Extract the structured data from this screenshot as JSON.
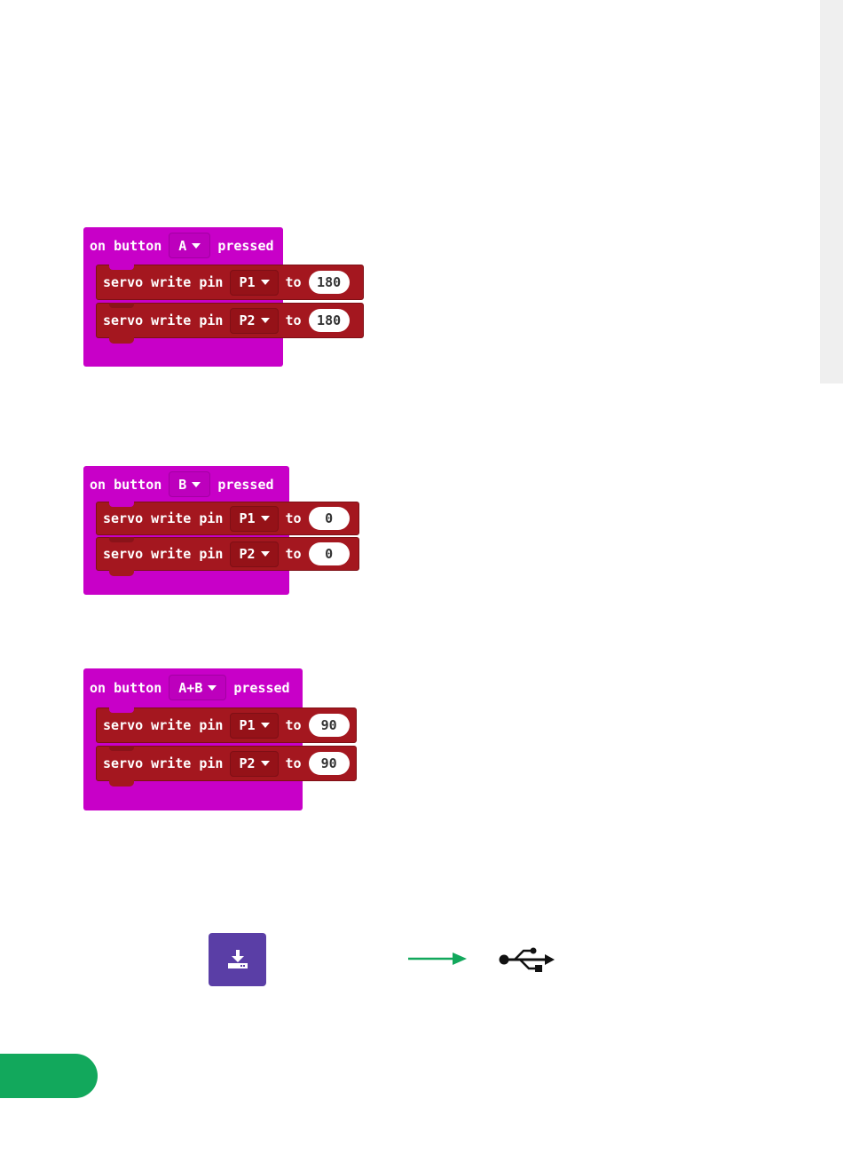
{
  "blocks": [
    {
      "event_prefix": "on button",
      "button": "A",
      "event_suffix": "pressed",
      "statements": [
        {
          "text": "servo write pin",
          "pin": "P1",
          "to": "to",
          "value": "180"
        },
        {
          "text": "servo write pin",
          "pin": "P2",
          "to": "to",
          "value": "180"
        }
      ]
    },
    {
      "event_prefix": "on button",
      "button": "B",
      "event_suffix": "pressed",
      "statements": [
        {
          "text": "servo write pin",
          "pin": "P1",
          "to": "to",
          "value": "0"
        },
        {
          "text": "servo write pin",
          "pin": "P2",
          "to": "to",
          "value": "0"
        }
      ]
    },
    {
      "event_prefix": "on button",
      "button": "A+B",
      "event_suffix": "pressed",
      "statements": [
        {
          "text": "servo write pin",
          "pin": "P1",
          "to": "to",
          "value": "90"
        },
        {
          "text": "servo write pin",
          "pin": "P2",
          "to": "to",
          "value": "90"
        }
      ]
    }
  ],
  "icons": {
    "download": "download-icon",
    "arrow": "arrow-right-icon",
    "usb": "usb-icon"
  },
  "colors": {
    "event_block": "#c800c8",
    "servo_block": "#a4171f",
    "download_button": "#5a3ea6",
    "arrow": "#12a85c",
    "page_tab": "#12a85c"
  }
}
